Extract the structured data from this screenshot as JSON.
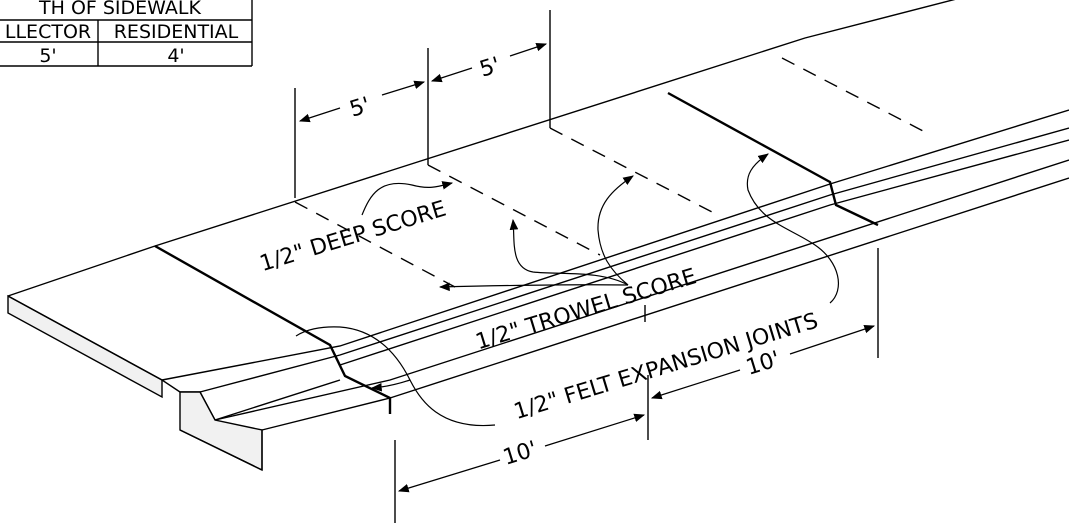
{
  "table": {
    "title": "TH OF SIDEWALK",
    "col1_header": "LLECTOR",
    "col2_header": "RESIDENTIAL",
    "col1_value": "5'",
    "col2_value": "4'"
  },
  "labels": {
    "deep_score": "1/2\" DEEP SCORE",
    "trowel_score": "1/2\" TROWEL SCORE",
    "felt_joints": "1/2\" FELT EXPANSION JOINTS"
  },
  "dimensions": {
    "top_5a": "5'",
    "top_5b": "5'",
    "bottom_10a": "10'",
    "bottom_10b": "10'"
  }
}
